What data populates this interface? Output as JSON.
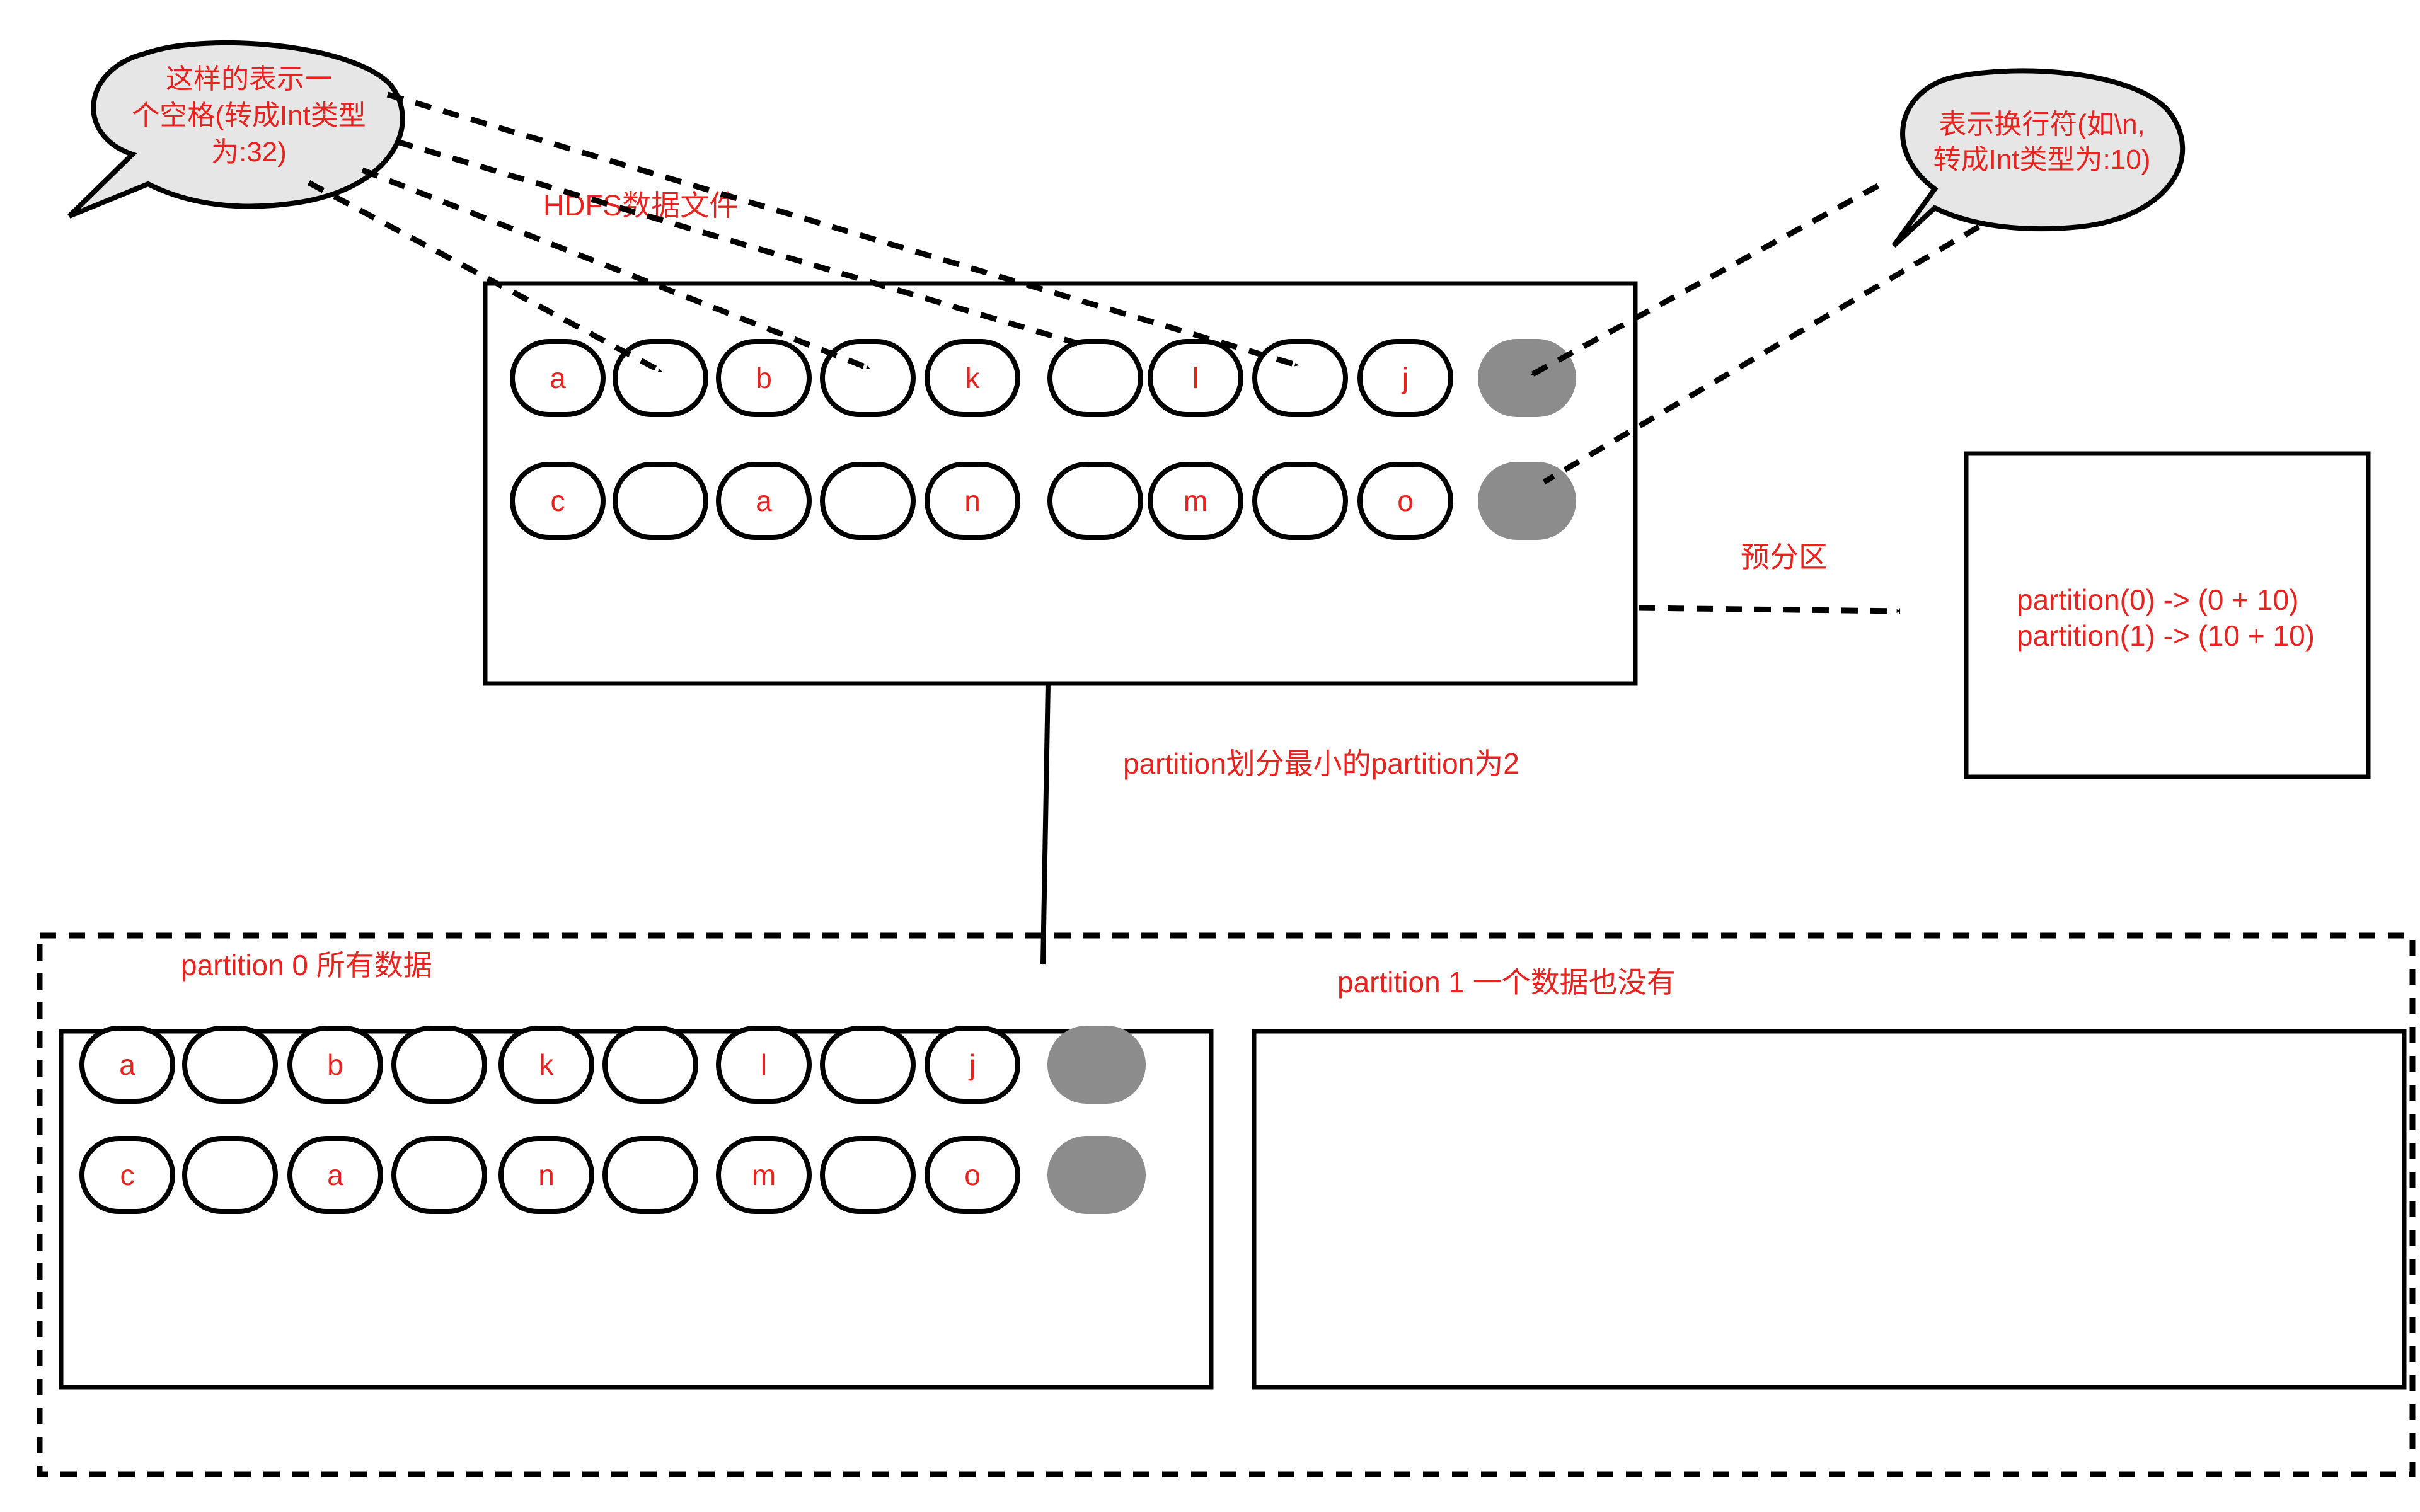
{
  "labels": {
    "hdfs_file": "HDFS数据文件",
    "pre_partition": "预分区",
    "partition_rule": "partition划分最小的partition为2",
    "partition0": "partition 0 所有数据",
    "partition1": "partition 1 一个数据也没有"
  },
  "callouts": {
    "space_lines": [
      "这样的表示一",
      "个空格(转成Int类型",
      "为:32)"
    ],
    "newline_lines": [
      "表示换行符(如\\n,",
      "转成Int类型为:10)"
    ]
  },
  "partition_box": {
    "lines": [
      "partition(0) -> (0 + 10)",
      "partition(1) -> (10 + 10)"
    ]
  },
  "hdfs_rows": [
    [
      "a",
      "",
      "b",
      "",
      "k",
      "",
      "l",
      "",
      "j"
    ],
    [
      "c",
      "",
      "a",
      "",
      "n",
      "",
      "m",
      "",
      "o"
    ]
  ],
  "partition0_rows": [
    [
      "a",
      "",
      "b",
      "",
      "k",
      "",
      "l",
      "",
      "j"
    ],
    [
      "c",
      "",
      "a",
      "",
      "n",
      "",
      "m",
      "",
      "o"
    ]
  ],
  "colors": {
    "text": "#e8231f",
    "stroke": "#000000",
    "newline_cell": "#8c8c8c",
    "bubble": "#e6e6e6"
  }
}
